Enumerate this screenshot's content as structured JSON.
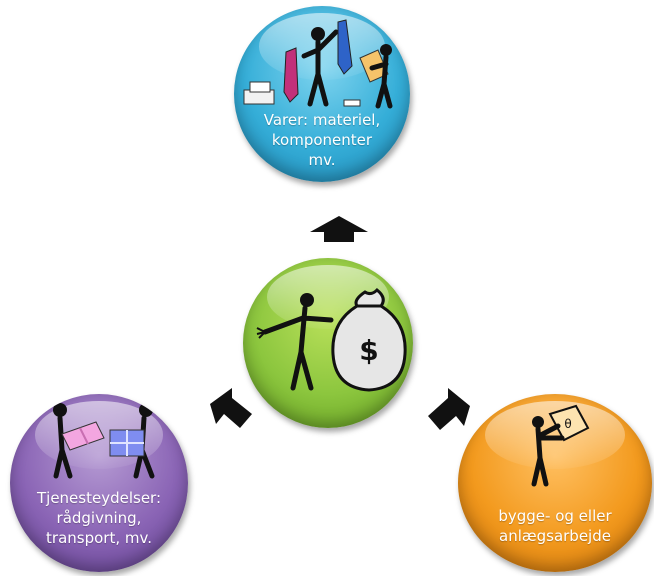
{
  "nodes": {
    "top": {
      "lines": [
        "Varer: materiel,",
        "komponenter",
        "mv."
      ],
      "color": "#35aed8"
    },
    "center": {
      "color": "#8cc63e"
    },
    "left": {
      "lines": [
        "Tjenesteydelser:",
        "rådgivning,",
        "transport, mv."
      ],
      "color": "#8a64b5"
    },
    "right": {
      "lines": [
        "bygge- og eller",
        "anlægsarbejde"
      ],
      "color": "#f39a1e"
    }
  },
  "icons": {
    "top": "people-with-goods-icon",
    "center": "money-bag-icon",
    "left": "people-carrying-parcels-icon",
    "right": "person-with-sign-icon"
  }
}
